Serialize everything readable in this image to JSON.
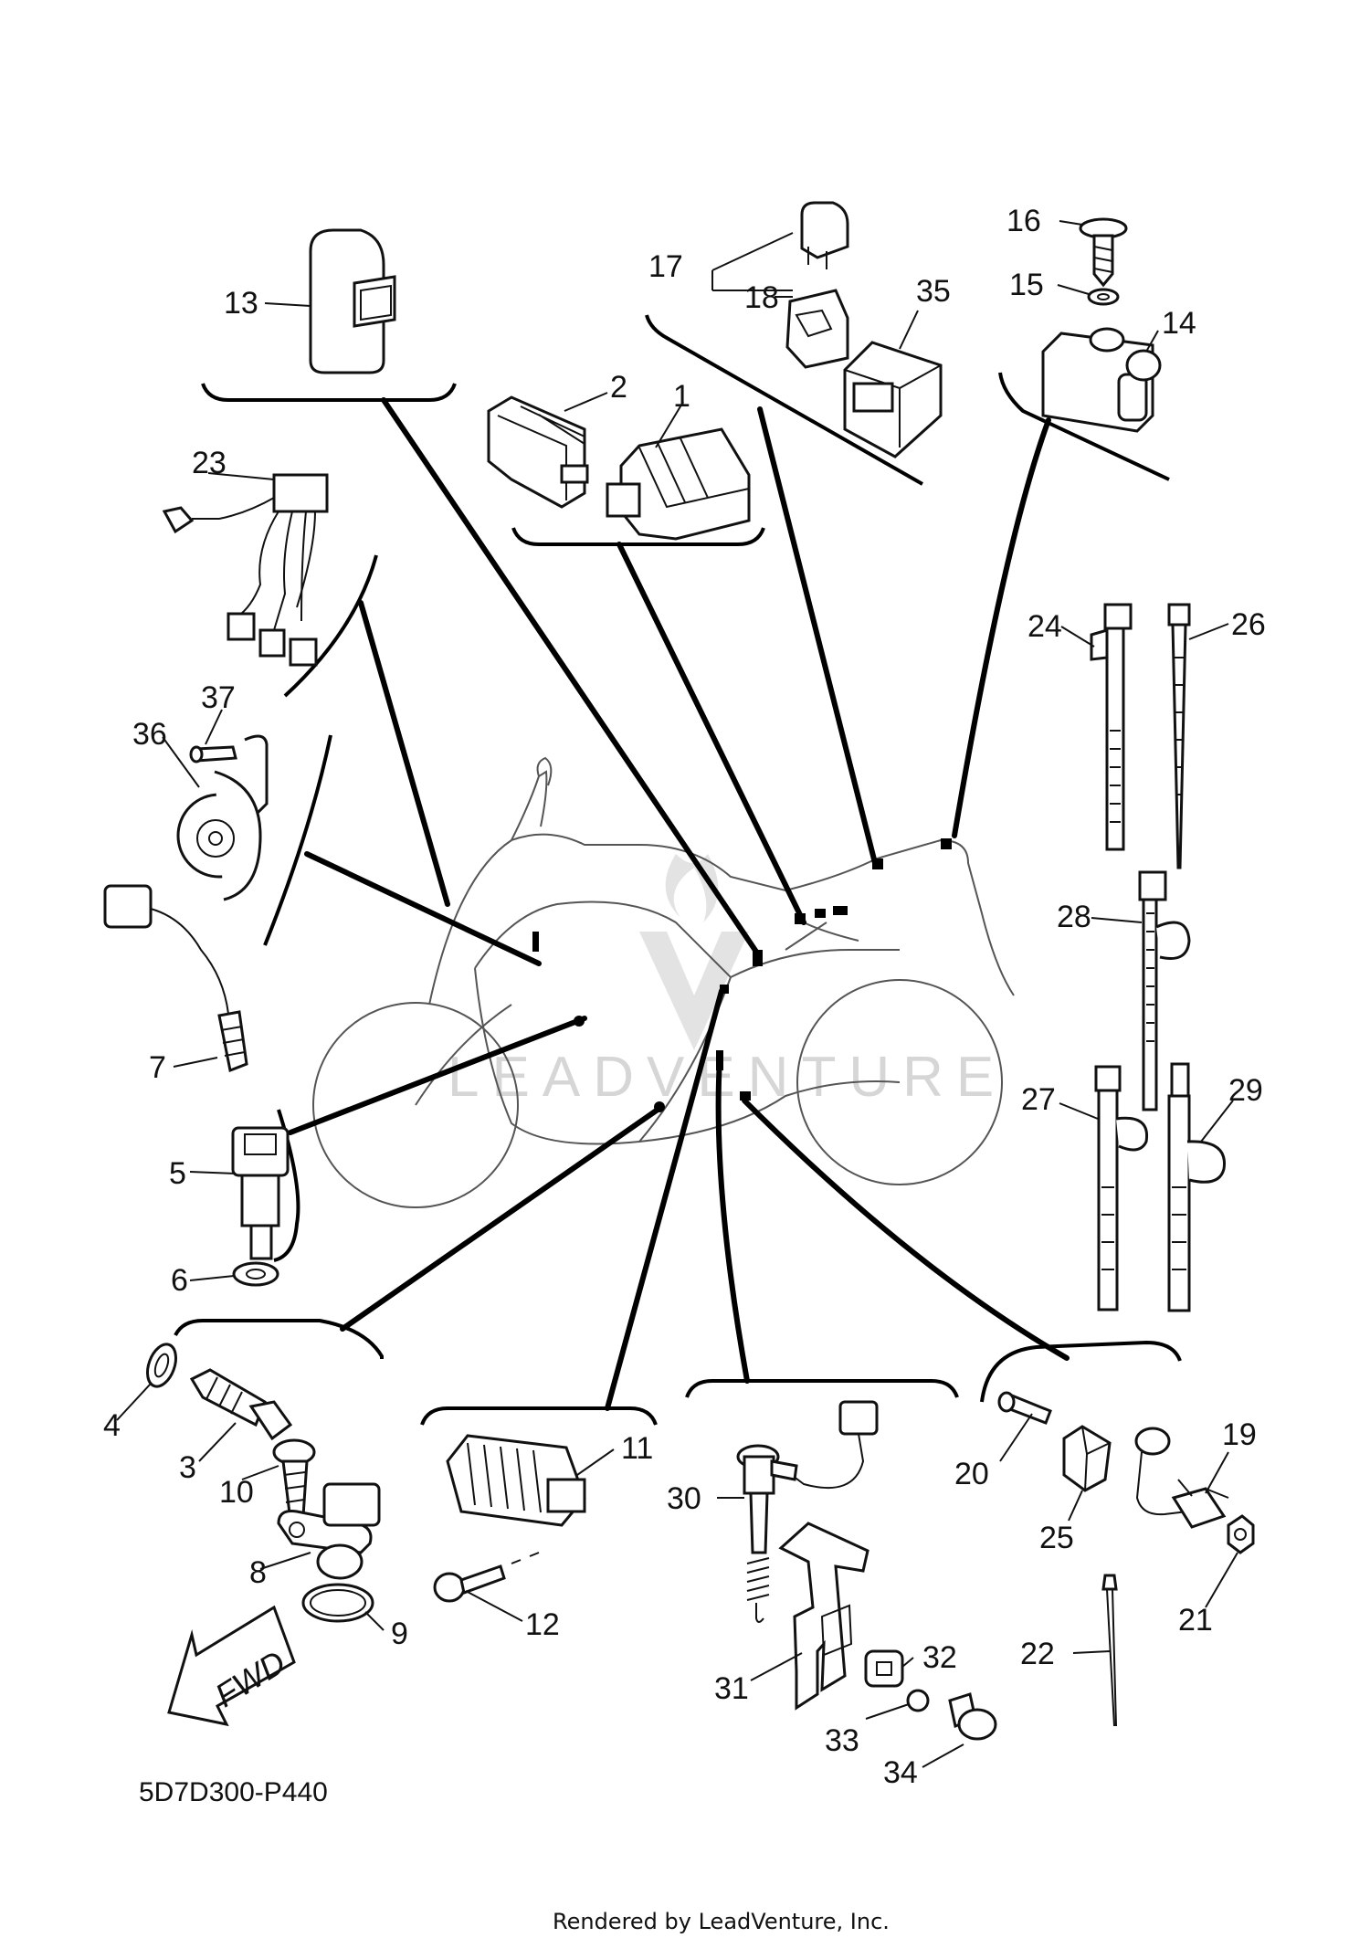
{
  "diagram": {
    "code": "5D7D300-P440",
    "footer": "Rendered by LeadVenture, Inc.",
    "watermark": "LEADVENTURE",
    "fwd_label": "FWD",
    "parts": [
      {
        "id": "p1",
        "label": "1"
      },
      {
        "id": "p2",
        "label": "2"
      },
      {
        "id": "p3",
        "label": "3"
      },
      {
        "id": "p4",
        "label": "4"
      },
      {
        "id": "p5",
        "label": "5"
      },
      {
        "id": "p6",
        "label": "6"
      },
      {
        "id": "p7",
        "label": "7"
      },
      {
        "id": "p8",
        "label": "8"
      },
      {
        "id": "p9",
        "label": "9"
      },
      {
        "id": "p10",
        "label": "10"
      },
      {
        "id": "p11",
        "label": "11"
      },
      {
        "id": "p12",
        "label": "12"
      },
      {
        "id": "p13",
        "label": "13"
      },
      {
        "id": "p14",
        "label": "14"
      },
      {
        "id": "p15",
        "label": "15"
      },
      {
        "id": "p16",
        "label": "16"
      },
      {
        "id": "p17",
        "label": "17"
      },
      {
        "id": "p18",
        "label": "18"
      },
      {
        "id": "p19",
        "label": "19"
      },
      {
        "id": "p20",
        "label": "20"
      },
      {
        "id": "p21",
        "label": "21"
      },
      {
        "id": "p22",
        "label": "22"
      },
      {
        "id": "p23",
        "label": "23"
      },
      {
        "id": "p24",
        "label": "24"
      },
      {
        "id": "p25",
        "label": "25"
      },
      {
        "id": "p26",
        "label": "26"
      },
      {
        "id": "p27",
        "label": "27"
      },
      {
        "id": "p28",
        "label": "28"
      },
      {
        "id": "p29",
        "label": "29"
      },
      {
        "id": "p30",
        "label": "30"
      },
      {
        "id": "p31",
        "label": "31"
      },
      {
        "id": "p32",
        "label": "32"
      },
      {
        "id": "p33",
        "label": "33"
      },
      {
        "id": "p34",
        "label": "34"
      },
      {
        "id": "p35",
        "label": "35"
      },
      {
        "id": "p36",
        "label": "36"
      },
      {
        "id": "p37",
        "label": "37"
      }
    ]
  }
}
